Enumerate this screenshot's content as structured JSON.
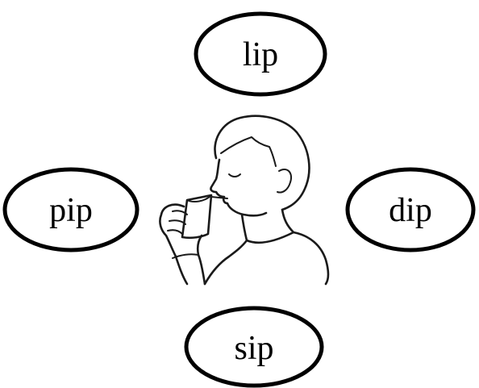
{
  "words": {
    "top": "lip",
    "left": "pip",
    "right": "dip",
    "bottom": "sip"
  },
  "illustration": {
    "icon": "person-drinking-from-cup-icon"
  },
  "colors": {
    "ink": "#000000",
    "background": "#ffffff"
  }
}
